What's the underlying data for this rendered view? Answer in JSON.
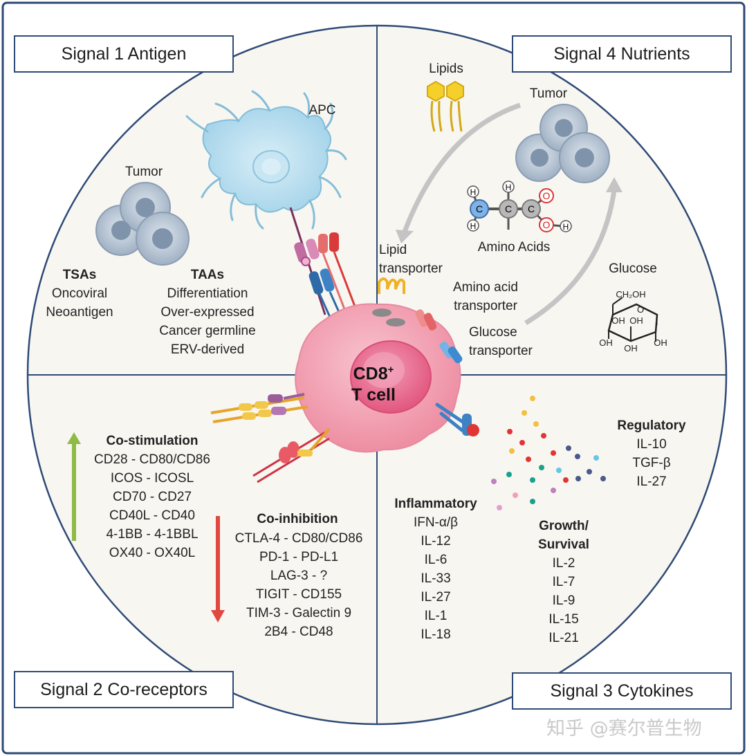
{
  "signals": {
    "s1": "Signal 1 Antigen",
    "s2": "Signal 2 Co-receptors",
    "s3": "Signal 3 Cytokines",
    "s4": "Signal 4 Nutrients"
  },
  "q1": {
    "apc": "APC",
    "tumor": "Tumor",
    "tsa_title": "TSAs",
    "tsa_items": [
      "Oncoviral",
      "Neoantigen"
    ],
    "taa_title": "TAAs",
    "taa_items": [
      "Differentiation",
      "Over-expressed",
      "Cancer germline",
      "ERV-derived"
    ]
  },
  "q4": {
    "lipids": "Lipids",
    "tumor": "Tumor",
    "amino_acids": "Amino Acids",
    "glucose": "Glucose",
    "lipid_transporter": [
      "Lipid",
      "transporter"
    ],
    "amino_transporter": [
      "Amino acid",
      "transporter"
    ],
    "glucose_transporter": [
      "Glucose",
      "transporter"
    ],
    "chem": {
      "h": "H",
      "c": "C",
      "o": "O",
      "oh": "OH",
      "ch2oh": "CH₂OH"
    }
  },
  "cell": {
    "line1": "CD8",
    "sup": "+",
    "line2": "T cell"
  },
  "q2": {
    "costim_title": "Co-stimulation",
    "costim_items": [
      "CD28 - CD80/CD86",
      "ICOS - ICOSL",
      "CD70 - CD27",
      "CD40L - CD40",
      "4-1BB - 4-1BBL",
      "OX40 - OX40L"
    ],
    "coinhib_title": "Co-inhibition",
    "coinhib_items": [
      "CTLA-4 - CD80/CD86",
      "PD-1 - PD-L1",
      "LAG-3 - ?",
      "TIGIT - CD155",
      "TIM-3 - Galectin 9",
      "2B4 - CD48"
    ]
  },
  "q3": {
    "regulatory_title": "Regulatory",
    "regulatory_items": [
      "IL-10",
      "TGF-β",
      "IL-27"
    ],
    "inflammatory_title": "Inflammatory",
    "inflammatory_items": [
      "IFN-α/β",
      "IL-12",
      "IL-6",
      "IL-33",
      "IL-27",
      "IL-1",
      "IL-18"
    ],
    "growth_title": [
      "Growth/",
      "Survival"
    ],
    "growth_items": [
      "IL-2",
      "IL-7",
      "IL-9",
      "IL-15",
      "IL-21"
    ]
  },
  "watermark": "知乎 @赛尔普生物",
  "colors": {
    "frame": "#2e4a76",
    "cell": "#f4a6b6",
    "nucleus": "#e8628a",
    "costim_arrow": "#8dbb45",
    "coinhib_arrow": "#e0493f"
  }
}
